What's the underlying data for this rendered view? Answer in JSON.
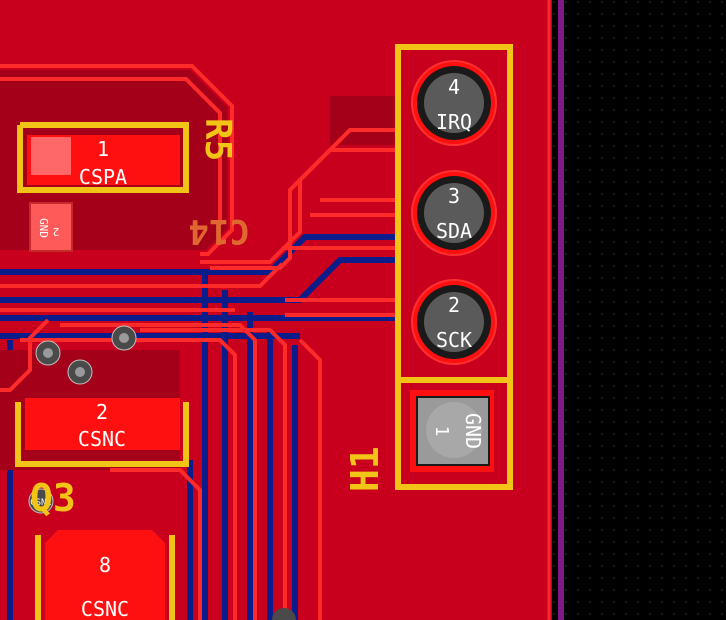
{
  "colors": {
    "background": "#000000",
    "copper_fill": "#c8001e",
    "copper_fill_dark": "#a40019",
    "trace": "#ff2a2a",
    "back_copper": "#0a1d8a",
    "silkscreen": "#f2c417",
    "edge_cut": "#7d1a87",
    "pad": "#ff1010",
    "via": "#4a4a4a"
  },
  "connector": {
    "ref": "H1",
    "pins": [
      {
        "number": "4",
        "net": "IRQ"
      },
      {
        "number": "3",
        "net": "SDA"
      },
      {
        "number": "2",
        "net": "SCK"
      },
      {
        "number": "1",
        "net": "GND"
      }
    ]
  },
  "resistor_r5": {
    "ref": "R5",
    "pad_number": "1",
    "pad_net": "CSPA"
  },
  "capacitor_c14": {
    "ref": "C14",
    "pad_number": "2",
    "pad_net": "GND"
  },
  "csnc_pad": {
    "number": "2",
    "net": "CSNC"
  },
  "q3": {
    "ref": "Q3",
    "via_net": "CSNC",
    "pad_number": "8",
    "pad_net": "CSNC"
  }
}
